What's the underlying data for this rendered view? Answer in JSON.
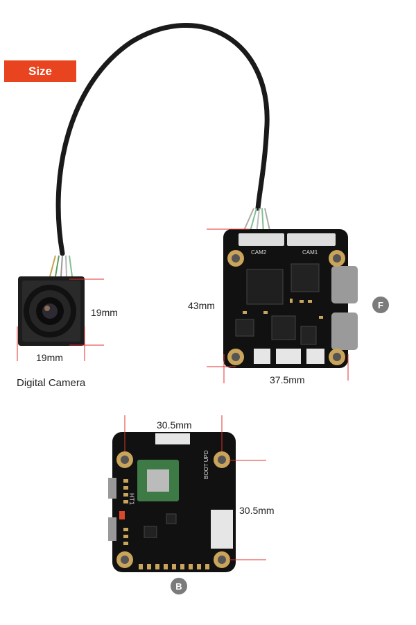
{
  "size_label": "Size",
  "camera": {
    "caption": "Digital Camera",
    "width": "19mm",
    "height": "19mm"
  },
  "board_f": {
    "height": "43mm",
    "width": "37.5mm",
    "badge": "F",
    "connector_1": "CAM2",
    "connector_2": "CAM1"
  },
  "board_b": {
    "width": "30.5mm",
    "height": "30.5mm",
    "badge": "B",
    "silk_1": "HT1",
    "silk_2": "BOOT UPD"
  },
  "colors": {
    "accent": "#e8441f",
    "dimension_line": "#e0322c",
    "badge": "#7b7b7b",
    "pcb": "#111111",
    "gold": "#c9a45a"
  }
}
